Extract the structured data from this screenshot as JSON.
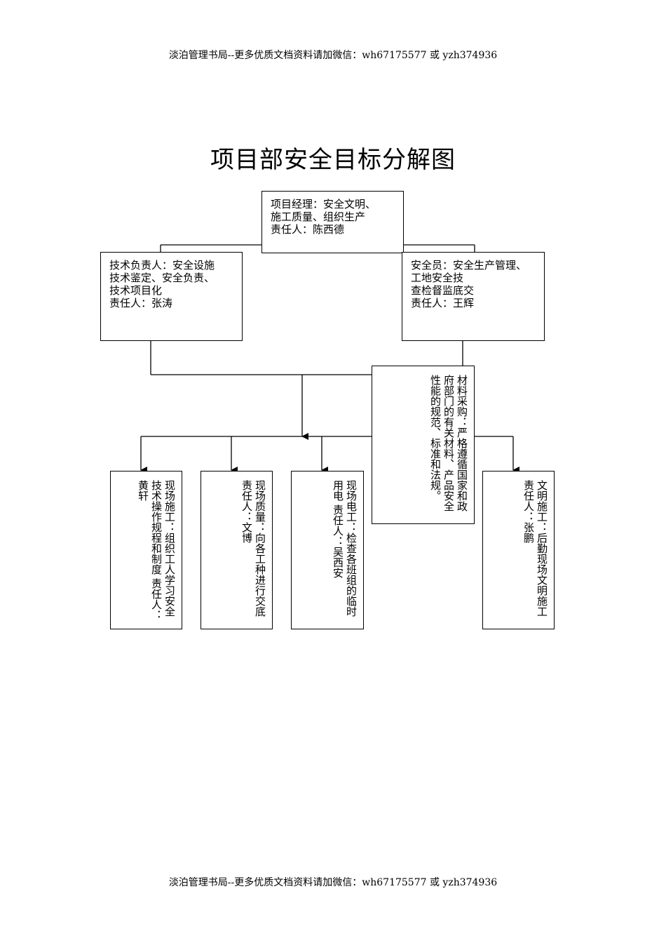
{
  "header": "淡泊管理书局--更多优质文档资料请加微信：wh67175577 或 yzh374936",
  "footer": "淡泊管理书局--更多优质文档资料请加微信：wh67175577 或 yzh374936",
  "title": "项目部安全目标分解图",
  "manager": {
    "line1": "项目经理：安全文明、",
    "line2": "施工质量、组织生产",
    "line3": "责任人：陈西德"
  },
  "tech": {
    "line1": "技术负责人：安全设施",
    "line2": "技术鉴定、安全负责、",
    "line3": "技术项目化",
    "line4": "责任人：张涛"
  },
  "safety": {
    "line1": "安全员：安全生产管理、",
    "line2": "工地安全技",
    "line3": "查检督监底交",
    "line4": "责任人：王辉"
  },
  "material": {
    "text": "材料采购：严格遵循国家和政府部门的有关材料、产品安全性能的规范、标准和法规。"
  },
  "workers": [
    {
      "duty": "现场施工：组织工人学习安全技术操作规程和制度",
      "person": "责任人：黄轩"
    },
    {
      "duty": "现场质量：向各工种进行交底",
      "person": "责任人：文博"
    },
    {
      "duty": "现场电工：检查各班组的临时用电",
      "person": "责任人：吴西安"
    },
    {
      "duty": "文明施工：后勤现场文明施工",
      "person": "责任人：张鹏"
    }
  ]
}
